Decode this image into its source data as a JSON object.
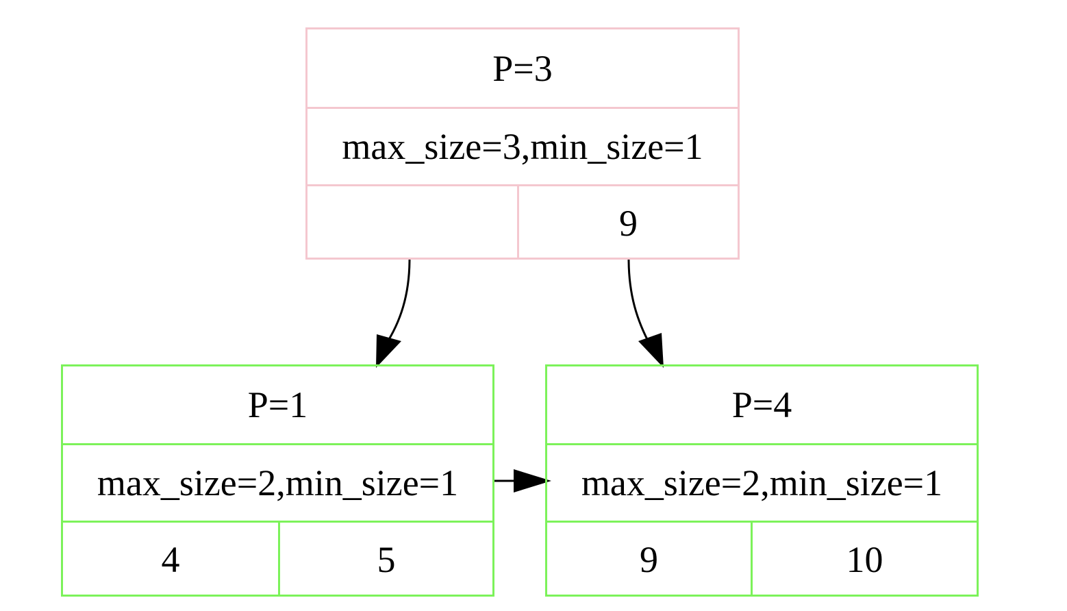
{
  "colors": {
    "internal_border": "#f4c7cf",
    "leaf_border": "#7cf25a",
    "edge": "#000000"
  },
  "nodes": {
    "root": {
      "title": "P=3",
      "sizes": "max_size=3,min_size=1",
      "keys": [
        "",
        "9"
      ]
    },
    "leaf_left": {
      "title": "P=1",
      "sizes": "max_size=2,min_size=1",
      "keys": [
        "4",
        "5"
      ]
    },
    "leaf_right": {
      "title": "P=4",
      "sizes": "max_size=2,min_size=1",
      "keys": [
        "9",
        "10"
      ]
    }
  }
}
